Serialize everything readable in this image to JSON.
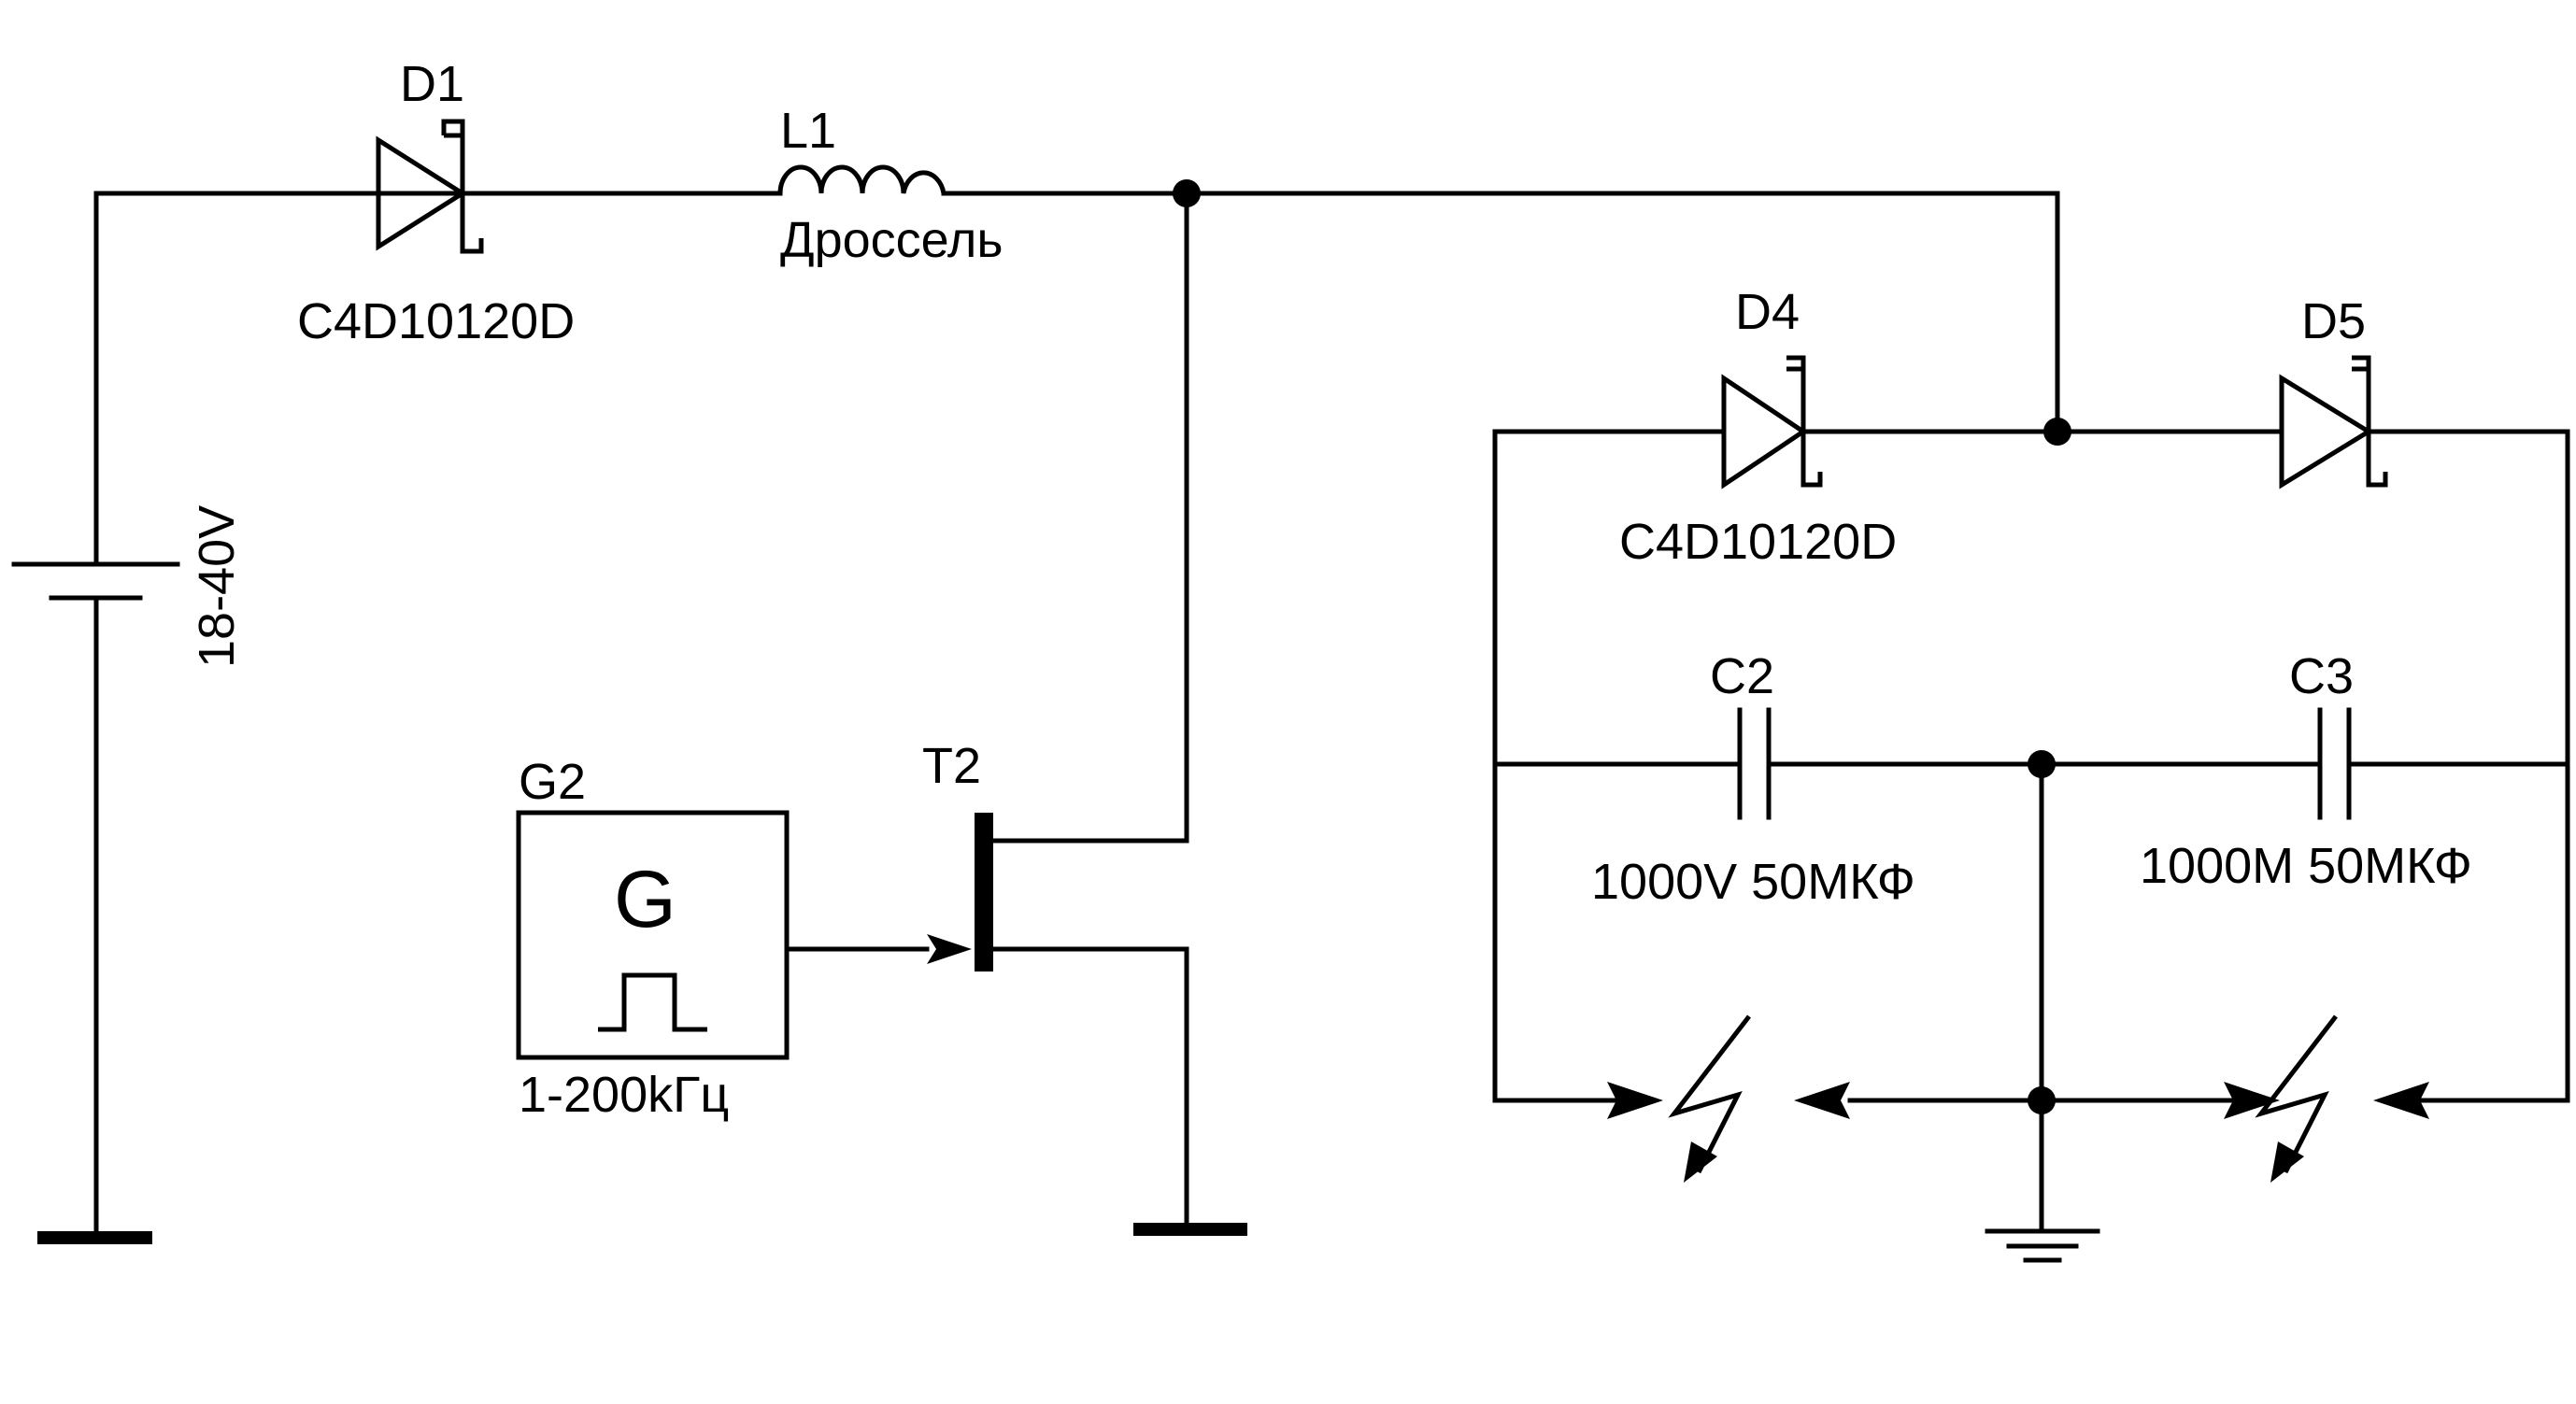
{
  "components": {
    "d1": {
      "ref": "D1",
      "part": "C4D10120D"
    },
    "l1": {
      "ref": "L1",
      "part": "Дроссель"
    },
    "battery": {
      "value": "18-40V"
    },
    "g2": {
      "ref": "G2",
      "symbol": "G",
      "freq": "1-200kГц"
    },
    "t2": {
      "ref": "T2"
    },
    "d4": {
      "ref": "D4",
      "part": "C4D10120D"
    },
    "d5": {
      "ref": "D5"
    },
    "c2": {
      "ref": "C2",
      "value": "1000V 50МКФ"
    },
    "c3": {
      "ref": "C3",
      "value": "1000M 50МКФ"
    }
  },
  "icons": {
    "diode": "diode-schottky-icon",
    "inductor": "inductor-icon",
    "battery": "battery-icon",
    "generator": "pulse-generator-icon",
    "transistor": "transistor-icon",
    "capacitor": "capacitor-icon",
    "spark_gap": "spark-gap-icon",
    "ground": "ground-icon",
    "junction": "junction-dot-icon"
  }
}
